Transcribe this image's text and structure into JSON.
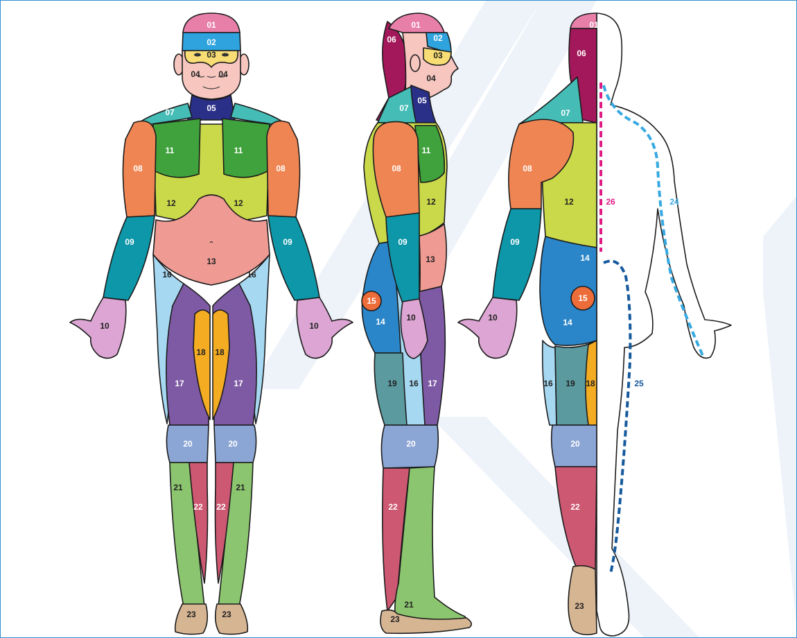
{
  "colors": {
    "r01": "#e77fa8",
    "r02": "#2ea3de",
    "r03": "#f7dd74",
    "r04": "#f6c6bf",
    "r05": "#2a2f88",
    "r06": "#a3185a",
    "r07": "#45bcb6",
    "r08": "#ef8552",
    "r09": "#0d97a8",
    "r10": "#dca5d3",
    "r11": "#3fa23c",
    "r12": "#c9d94a",
    "r13": "#ef9b94",
    "r14": "#2a86c9",
    "r15": "#ec6d3a",
    "r16": "#a6d8f2",
    "r17": "#7e5aa5",
    "r18": "#f4ac22",
    "r19": "#5b9a9f",
    "r20": "#8ba5d5",
    "r21": "#8cc56f",
    "r22": "#cd5872",
    "r23": "#d6b593",
    "spine": "#e01b84",
    "line24": "#36a9e1",
    "line25": "#16599d",
    "watermark": "#eef3fa"
  },
  "front": {
    "r01": "01",
    "r02": "02",
    "r03": "03",
    "r04a": "04",
    "r04b": "04",
    "r05": "05",
    "r07": "07",
    "r08l": "08",
    "r08r": "08",
    "r09l": "09",
    "r09r": "09",
    "r10l": "10",
    "r10r": "10",
    "r11l": "11",
    "r11r": "11",
    "r12l": "12",
    "r12r": "12",
    "r13": "13",
    "r16l": "16",
    "r16r": "16",
    "r17l": "17",
    "r17r": "17",
    "r18l": "18",
    "r18r": "18",
    "r20l": "20",
    "r20r": "20",
    "r21l": "21",
    "r21r": "21",
    "r22l": "22",
    "r22r": "22",
    "r23l": "23",
    "r23r": "23"
  },
  "side": {
    "r01": "01",
    "r02": "02",
    "r03": "03",
    "r04": "04",
    "r05": "05",
    "r06": "06",
    "r07": "07",
    "r08": "08",
    "r09": "09",
    "r10": "10",
    "r11": "11",
    "r12": "12",
    "r13": "13",
    "r14": "14",
    "r15": "15",
    "r16": "16",
    "r17": "17",
    "r19": "19",
    "r20": "20",
    "r21": "21",
    "r22": "22",
    "r23": "23"
  },
  "back": {
    "r01": "01",
    "r06": "06",
    "r07": "07",
    "r08": "08",
    "r09": "09",
    "r10": "10",
    "r12": "12",
    "r14a": "14",
    "r14b": "14",
    "r15": "15",
    "r16": "16",
    "r18": "18",
    "r19": "19",
    "r20": "20",
    "r22": "22",
    "r23": "23",
    "r24": "24",
    "r25": "25",
    "r26": "26"
  }
}
